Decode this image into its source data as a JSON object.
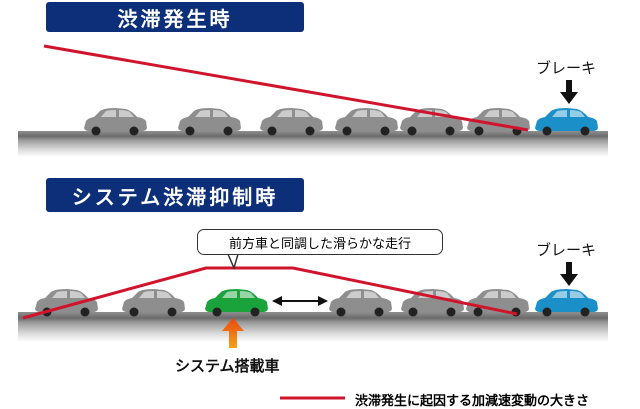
{
  "titles": {
    "congestion": "渋滞発生時",
    "suppression": "システム渋滞抑制時"
  },
  "labels": {
    "brake_top": "ブレーキ",
    "brake_bottom": "ブレーキ",
    "bubble": "前方車と同調した滑らかな走行",
    "system_car": "システム搭載車",
    "legend": "渋滞発生に起因する加減速変動の大きさ"
  },
  "colors": {
    "badge": "#0d2f7a",
    "line": "#d0142c",
    "gray_car": "#8e8e8e",
    "blue_car": "#1a8fc8",
    "green_car": "#1aa33a",
    "arrow": "#f07c10"
  },
  "icons": [
    "black-down-arrow-icon",
    "double-headed-arrow-icon",
    "orange-up-arrow-icon",
    "car-icon"
  ]
}
